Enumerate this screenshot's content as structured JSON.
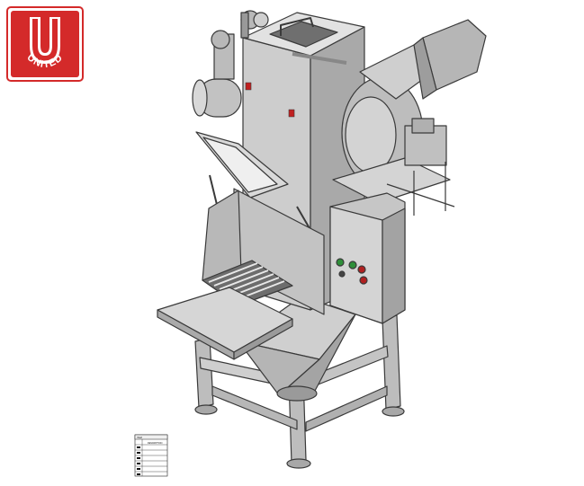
{
  "logo": {
    "letter": "U",
    "wordmark": "UNITED",
    "brand_color": "#d42a2a",
    "text_color": "#ffffff"
  },
  "parts_table": {
    "header": "ITEM",
    "subheader": "DESCRIPTION",
    "rows": [
      "",
      "",
      "",
      "",
      "",
      ""
    ]
  },
  "colors": {
    "steel": "#c9c9c9",
    "steel_dark": "#8e8e8e",
    "outline": "#3a3a3a",
    "lamp_green": "#2f8f3a",
    "lamp_red": "#b02020",
    "handle_red": "#c02020"
  }
}
